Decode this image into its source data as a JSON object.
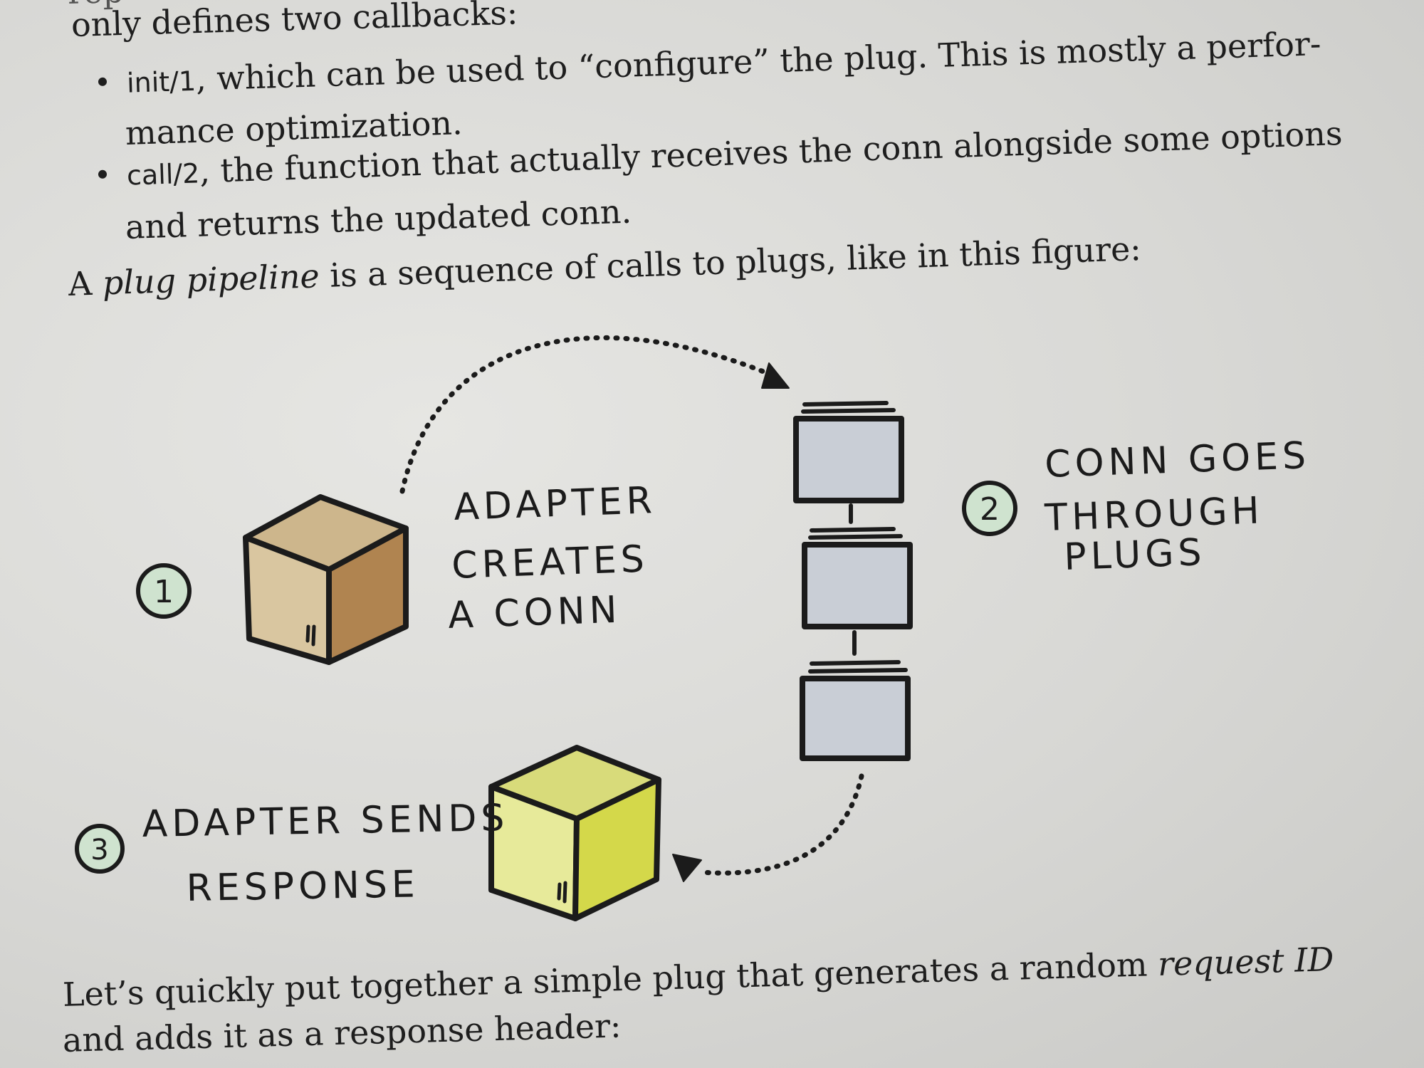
{
  "intro": {
    "partial_line": "only defines two callbacks:",
    "top_fragment": "rep"
  },
  "bullets": [
    {
      "code": "init/1",
      "line1": ", which can be used to “configure” the plug. This is mostly a perfor-",
      "line2": "mance optimization."
    },
    {
      "code": "call/2",
      "line1": ", the function that actually receives the conn alongside some options",
      "line2": "and returns the updated conn."
    }
  ],
  "pipeline_sentence": {
    "prefix": "A ",
    "emphasis": "plug pipeline",
    "suffix": " is a sequence of calls to plugs, like in this figure:"
  },
  "figure": {
    "step1": {
      "number": "1",
      "label_lines": [
        "ADAPTER",
        "CREATES",
        "A CONN"
      ]
    },
    "step2": {
      "number": "2",
      "label_lines": [
        "CONN GOES",
        "THROUGH",
        "PLUGS"
      ]
    },
    "step3": {
      "number": "3",
      "label_lines": [
        "ADAPTER SENDS",
        "RESPONSE"
      ]
    },
    "colors": {
      "box1_front": "#d9c6a0",
      "box1_side": "#b08450",
      "box1_top": "#cdb68c",
      "box3_front": "#e7ea9a",
      "box3_side": "#d4d84a",
      "box3_top": "#d8db7a",
      "plug_fill": "#c9ced6",
      "circle_fill": "#cfe3cf",
      "ink": "#1b1b1b"
    }
  },
  "closing": {
    "line1_prefix": "Let’s quickly put together a simple plug that generates a random ",
    "line1_emphasis": "request ID",
    "line2": "and adds it as a response header:"
  }
}
